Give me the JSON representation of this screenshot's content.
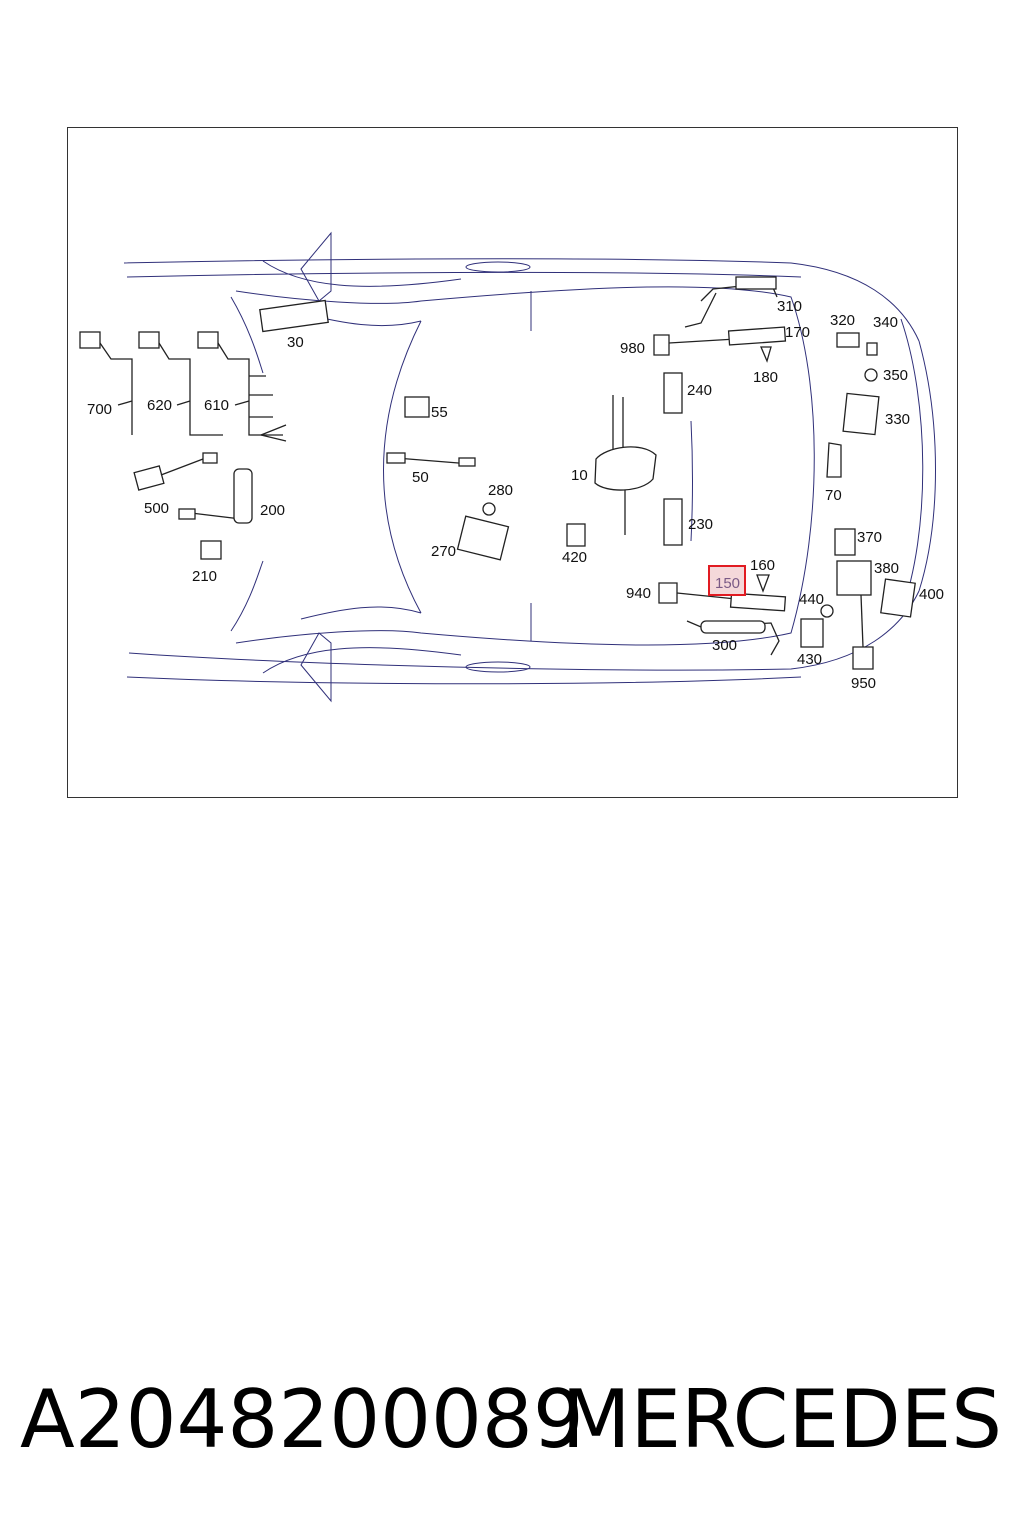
{
  "diagram": {
    "labels": [
      "30",
      "700",
      "620",
      "610",
      "500",
      "200",
      "210",
      "55",
      "50",
      "280",
      "270",
      "10",
      "420",
      "240",
      "230",
      "310",
      "980",
      "170",
      "180",
      "320",
      "340",
      "350",
      "330",
      "70",
      "370",
      "160",
      "150",
      "940",
      "380",
      "400",
      "440",
      "300",
      "430",
      "950"
    ],
    "highlighted_label": "150",
    "highlight_color": "#e11b22"
  },
  "footer": {
    "part_number": "A2048200089",
    "brand": "MERCEDES"
  }
}
